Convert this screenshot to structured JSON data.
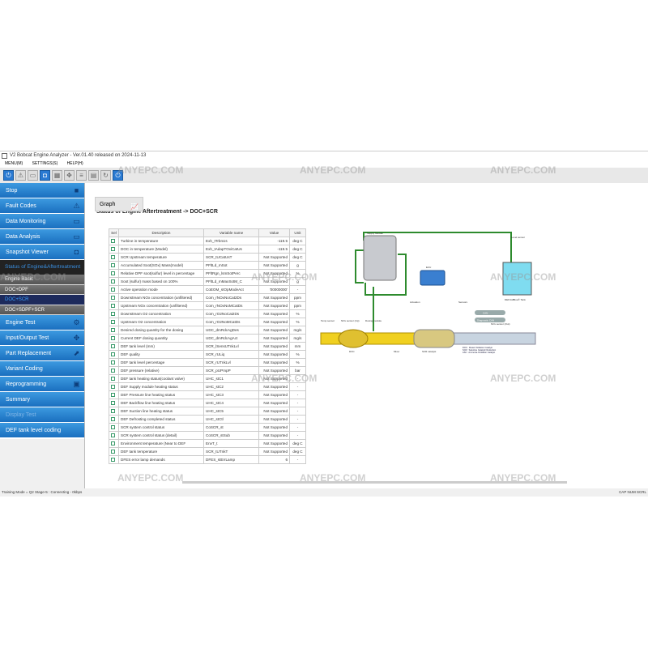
{
  "window": {
    "title": "V2 Bobcat Engine Analyzer - Ver.01.40 released on 2024-11-13"
  },
  "menu": [
    "MENU(M)",
    "SETTINGS(S)",
    "HELP(H)"
  ],
  "toolbar": [
    "power-icon",
    "warning-icon",
    "monitor-icon",
    "camera-icon",
    "grid-icon",
    "io-icon",
    "sql-icon",
    "log-icon",
    "refresh-icon",
    "power-blue-icon"
  ],
  "sidebar": {
    "top": [
      {
        "label": "Stop",
        "icon": "stop-icon"
      },
      {
        "label": "Fault Codes",
        "icon": "warning-icon"
      },
      {
        "label": "Data Monitoring",
        "icon": "monitor-icon"
      },
      {
        "label": "Data Analysis",
        "icon": "monitor-icon"
      },
      {
        "label": "Snapshot Viewer",
        "icon": "camera-icon"
      }
    ],
    "section": "Status of Engine&Aftertreatment",
    "sub": [
      {
        "label": "Engine Basic"
      },
      {
        "label": "DOC+DPF"
      },
      {
        "label": "DOC+SCR",
        "selected": true
      },
      {
        "label": "DOC+SDPF+SCR"
      }
    ],
    "bottom": [
      {
        "label": "Engine Test",
        "icon": "engine-icon"
      },
      {
        "label": "Input/Output Test",
        "icon": "io-icon"
      },
      {
        "label": "Part Replacement",
        "icon": "replace-icon"
      },
      {
        "label": "Variant Coding"
      },
      {
        "label": "Reprogramming",
        "icon": "reprogram-icon"
      },
      {
        "label": "Summary"
      },
      {
        "label": "Display Test",
        "disabled": true
      },
      {
        "label": "DEF tank level coding"
      }
    ]
  },
  "main": {
    "breadcrumb": "Status of Engine Aftertreatment -> DOC+SCR",
    "graph_button": "Graph"
  },
  "table": {
    "headers": [
      "Sel",
      "Description",
      "Variable name",
      "Value",
      "Unit"
    ],
    "rows": [
      [
        "Turbine in temperature",
        "Exh_tTrbnUs",
        "-119.5",
        "deg C"
      ],
      [
        "DOC in temperature (Model)",
        "Exh_tAdapTOxiCatUs",
        "-119.5",
        "deg C"
      ],
      [
        "SCR Upstream temperature",
        "SCR_tUCatUsT",
        "Not Supported",
        "deg C"
      ],
      [
        "Accumulated Soot(SOx) Mass(model)",
        "PFltLd_mSot",
        "Not Supported",
        "g"
      ],
      [
        "Relative DPF soot(sulfur) level in percentage",
        "PFltRgn_lsmSotPerc",
        "Not Supported",
        "%"
      ],
      [
        "Soot (sulfur) mass based on 100%",
        "PFltLd_mMaxSotM_C",
        "Not Supported",
        "g"
      ],
      [
        "Active operation mode",
        "CoEOM_stOpModeAct",
        "'00000000'",
        "-"
      ],
      [
        "Downstream NOx concentration (unfiltered)",
        "Com_rNOxNoCat2Ds",
        "Not Supported",
        "ppm"
      ],
      [
        "Upstream NOx concentration (unfiltered)",
        "Com_rNOxNoMCatDs",
        "Not Supported",
        "ppm"
      ],
      [
        "Downstream O2 concentration",
        "Com_rO2NoCat2Ds",
        "Not Supported",
        "%"
      ],
      [
        "Upstream O2 concentration",
        "Com_rO2NoMCatDs",
        "Not Supported",
        "%"
      ],
      [
        "Desired dosing quantity for the dosing",
        "UDC_dmRdcAgDes",
        "Not Supported",
        "mg/s"
      ],
      [
        "Current DEF dosing quantity",
        "UDC_dmRdcAgAct",
        "Not Supported",
        "mg/s"
      ],
      [
        "DEF tank level (mm)",
        "SCR_lSensUTnkLvl",
        "Not Supported",
        "mm"
      ],
      [
        "DEF quality",
        "SCR_rULiq",
        "Not Supported",
        "%"
      ],
      [
        "DEF tank level percentage",
        "SCR_rUTnkLvl",
        "Not Supported",
        "%"
      ],
      [
        "DEF pressure (relative)",
        "SCR_pUPmpP",
        "Not Supported",
        "bar"
      ],
      [
        "DEF tank heating status(coolant valve)",
        "UHC_stC1",
        "Not Supported",
        "-"
      ],
      [
        "DEF Supply module heating status",
        "UHC_stC2",
        "Not Supported",
        "-"
      ],
      [
        "DEF Pressure line heating status",
        "UHC_stC3",
        "Not Supported",
        "-"
      ],
      [
        "DEF Backflow line heating status",
        "UHC_stC4",
        "Not Supported",
        "-"
      ],
      [
        "DEF Suction line heating status",
        "UHC_stC5",
        "Not Supported",
        "-"
      ],
      [
        "DEF Defrosting completed status",
        "UHC_stCtl",
        "Not Supported",
        "-"
      ],
      [
        "SCR system control status",
        "CoSCR_st",
        "Not Supported",
        "-"
      ],
      [
        "SCR system control status (detail)",
        "CoSCR_stSub",
        "Not Supported",
        "-"
      ],
      [
        "Environment temperature (Near to DEF",
        "EnvT_t",
        "Not Supported",
        "deg C"
      ],
      [
        "DEF tank temperature",
        "SCR_tUTnkT",
        "Not Supported",
        "deg C"
      ],
      [
        "DFES error lamp demands",
        "DFES_stErrLamp",
        "6",
        "-"
      ]
    ]
  },
  "diagram": {
    "labels": [
      "Supply Module",
      "ECU",
      "DEF/AdBlue® Tank",
      "Temp sensor",
      "NOx sensor (Out)",
      "NOx sensor (Up)",
      "DOC",
      "Mixer",
      "SCR catalyst",
      "Actuation",
      "Sensors",
      "CAN",
      "Diagnostic CAN",
      "Dosing module",
      "Level sensor",
      "DOC : Diesel Oxidation Catalyst",
      "SCR : Selective Catalytic Reduction",
      "ASC : Ammonia Oxidation Catalyst"
    ]
  },
  "status": {
    "left": "Training Mode = Q2 Stage-5 : Connecting - 0kbps",
    "right": "CAP NUM SCRL"
  },
  "watermark": "ANYEPC.COM"
}
